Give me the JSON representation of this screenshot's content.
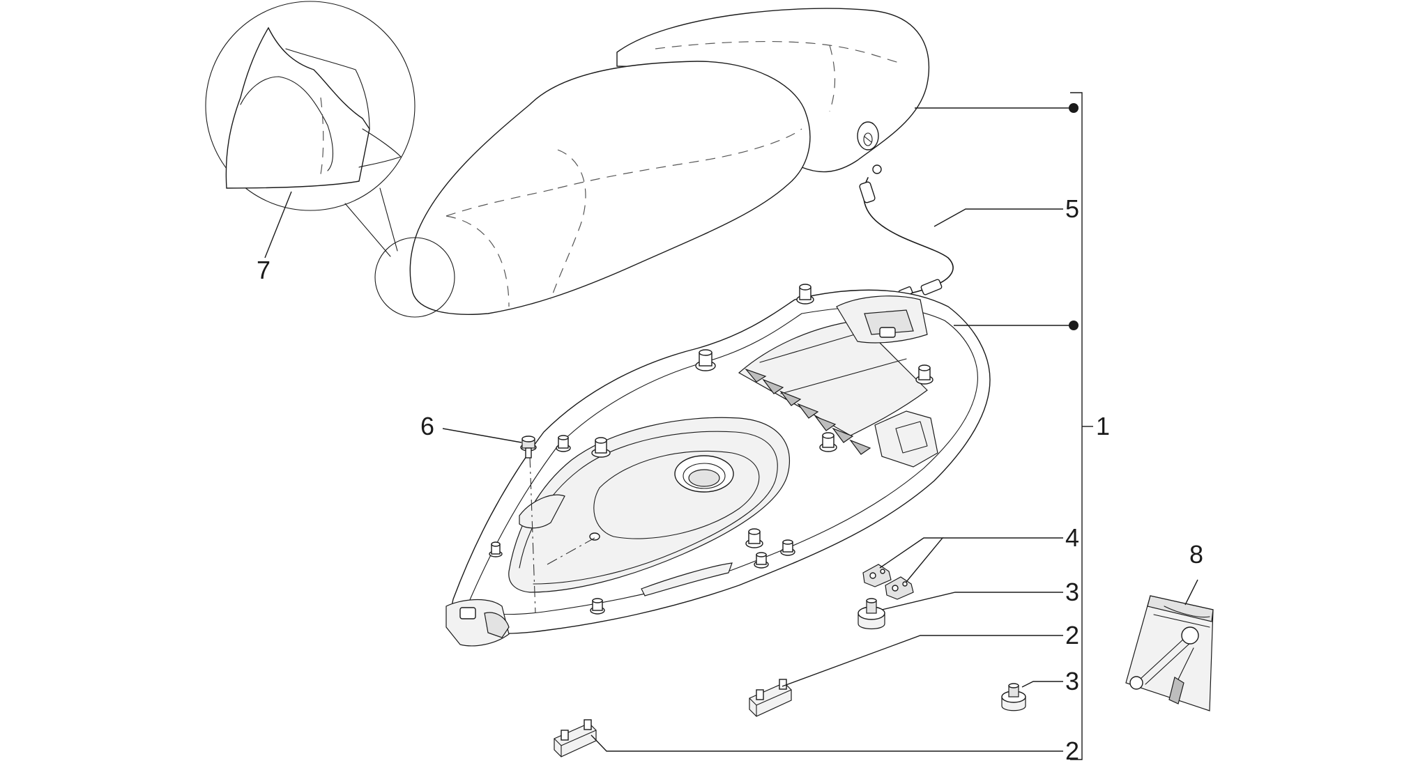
{
  "callouts": {
    "part_1": "1",
    "part_2_upper": "2",
    "part_2_lower": "2",
    "part_3_upper": "3",
    "part_3_lower": "3",
    "part_4": "4",
    "part_5": "5",
    "part_6": "6",
    "part_7": "7",
    "part_8": "8"
  }
}
